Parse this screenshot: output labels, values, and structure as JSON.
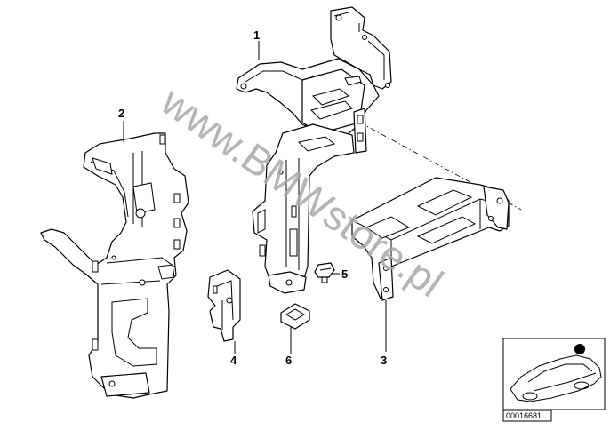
{
  "diagram": {
    "callouts": [
      {
        "id": "callout-1",
        "label": "1"
      },
      {
        "id": "callout-2",
        "label": "2"
      },
      {
        "id": "callout-3",
        "label": "3"
      },
      {
        "id": "callout-4",
        "label": "4"
      },
      {
        "id": "callout-5",
        "label": "5"
      },
      {
        "id": "callout-6",
        "label": "6"
      }
    ],
    "watermark": "www.BMWstore.pl",
    "thumbnail": {
      "code": "00016681"
    }
  }
}
